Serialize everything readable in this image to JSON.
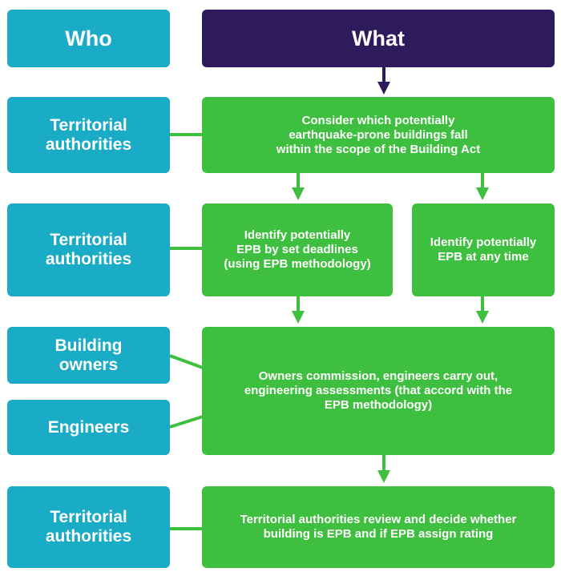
{
  "header": {
    "who": "Who",
    "what": "What"
  },
  "rows": [
    {
      "who": "Territorial\nauthorities",
      "what": "Consider which potentially\nearthquake-prone buildings fall\nwithin the scope of the Building Act"
    },
    {
      "who": "Territorial\nauthorities",
      "what_left": "Identify potentially\nEPB by set deadlines\n(using EPB methodology)",
      "what_right": "Identify potentially\nEPB at any time"
    },
    {
      "who_top": "Building\nowners",
      "who_bottom": "Engineers",
      "what": "Owners commission, engineers carry out,\nengineering assessments (that accord with the\nEPB methodology)"
    },
    {
      "who": "Territorial\nauthorities",
      "what": "Territorial authorities review and decide whether\nbuilding is EPB and if EPB assign rating"
    }
  ],
  "colors": {
    "who": "#1aabc6",
    "what_header": "#2e1b5c",
    "what": "#3fbf3f",
    "arrow_dark": "#2e1b5c",
    "arrow_green": "#3fbf3f"
  }
}
